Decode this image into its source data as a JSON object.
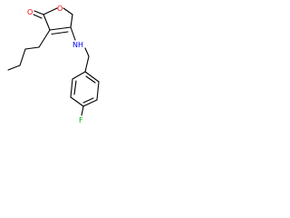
{
  "molecule": {
    "atoms": {
      "carbonyl_oxygen": "O",
      "ring_oxygen": "O",
      "amine": "NH",
      "fluorine": "F"
    },
    "colors": {
      "bond": "#000000",
      "oxygen": "#ff0000",
      "nitrogen": "#0000ff",
      "fluorine": "#00aa00"
    }
  }
}
